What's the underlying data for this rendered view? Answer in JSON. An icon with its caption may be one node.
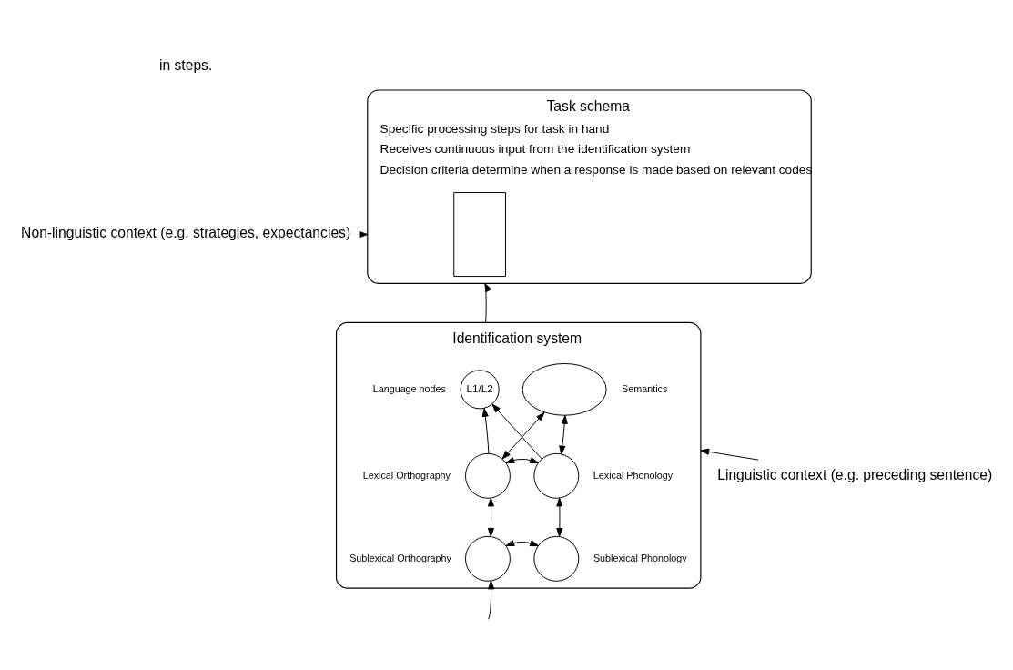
{
  "diagram": {
    "nodes": [
      {
        "text": [
          "Task schema",
          "Specific processing steps for task in hand",
          "Receives continuous input from the identification system",
          "Decision criteria determine when a response is made based on relevant codes"
        ]
      },
      {
        "text": [],
        "shape": "box",
        "in": 0
      },
      {
        "text": [
          "Identification system"
        ]
      },
      {
        "text": [
          "L1/L2"
        ],
        "in": 2,
        "beside": [
          "Language nodes"
        ]
      },
      {
        "text": [],
        "shape": "ellipse",
        "in": 2,
        "beside": [
          "Semantics"
        ]
      },
      {
        "text": [],
        "shape": "circle",
        "in": 2,
        "beside": [
          "Lexical Orthography"
        ]
      },
      {
        "text": [],
        "shape": "circle",
        "in": 2,
        "beside": [
          "Lexical Phonology"
        ]
      },
      {
        "text": [],
        "shape": "circle",
        "in": 2,
        "beside": [
          "Sublexical Orthography"
        ]
      },
      {
        "text": [],
        "shape": "circle",
        "in": 2,
        "beside": [
          "Sublexical Phonology"
        ]
      },
      {
        "text": [
          "Non-linguistic context (e.g. strategies, expectancies)"
        ]
      },
      {
        "text": [
          "Linguistic context (e.g. preceding sentence)"
        ]
      }
    ],
    "edges": [
      {
        "from": 2,
        "to": 0,
        "arrow": "to"
      },
      {
        "from": 5,
        "to": 3,
        "arrow": "to"
      },
      {
        "from": 6,
        "to": 3,
        "arrow": "to"
      },
      {
        "from": 5,
        "to": 4,
        "arrow": "both"
      },
      {
        "from": 6,
        "to": 4,
        "arrow": "both"
      },
      {
        "from": 5,
        "to": 6,
        "arrow": "both"
      },
      {
        "from": 5,
        "to": 7,
        "arrow": "both"
      },
      {
        "from": 6,
        "to": 8,
        "arrow": "both"
      },
      {
        "from": 7,
        "to": 8,
        "arrow": "both"
      },
      {
        "from": null,
        "to": 7,
        "arrow": "to"
      },
      {
        "from": 9,
        "to": 0,
        "arrow": "to"
      },
      {
        "from": 10,
        "to": 2,
        "arrow": "to"
      }
    ],
    "labels": [
      "in steps."
    ]
  }
}
